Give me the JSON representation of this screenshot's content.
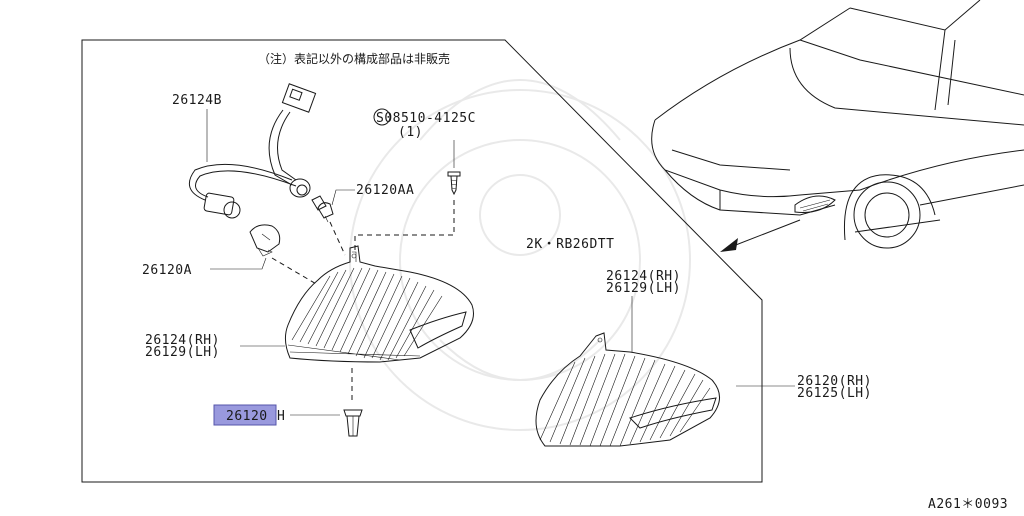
{
  "colors": {
    "line": "#1a1a1a",
    "highlight": "#9999dd",
    "watermark": "#e9e9e9"
  },
  "notice": "（注）表記以外の構成部品は非販売",
  "engine_label": "2K・RB26DTT",
  "diagram_code": "A261＊0093",
  "labels": {
    "harness": "26124B",
    "screw": "S08510-4125C",
    "screw_qty": "(1)",
    "bulb_small": "26120AA",
    "bulb_main": "26120A",
    "lens_rh": "26124(RH)",
    "lens_lh": "26129(LH)",
    "lens2_rh": "26124(RH)",
    "lens2_lh": "26129(LH)",
    "clip_part": "26120",
    "clip_suffix": "H",
    "assy_rh": "26120(RH)",
    "assy_lh": "26125(LH)"
  }
}
